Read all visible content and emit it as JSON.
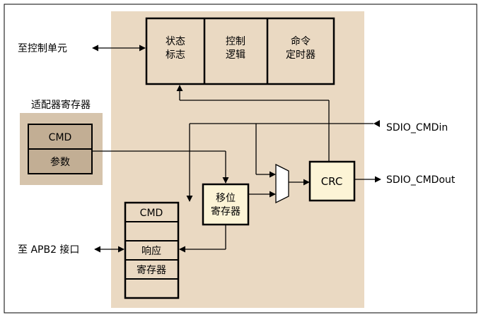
{
  "labels": {
    "to_control_unit": "至控制单元",
    "adapter_registers_title": "适配器寄存器",
    "cmd": "CMD",
    "argument": "参数",
    "status_flags_line1": "状态",
    "status_flags_line2": "标志",
    "control_logic_line1": "控制",
    "control_logic_line2": "逻辑",
    "command_timer_line1": "命令",
    "command_timer_line2": "定时器",
    "shift_register_line1": "移位",
    "shift_register_line2": "寄存器",
    "crc": "CRC",
    "sdio_cmdin": "SDIO_CMDin",
    "sdio_cmdout": "SDIO_CMDout",
    "response_cmd": "CMD",
    "response_line1": "响应",
    "response_line2": "寄存器",
    "to_apb2_interface": "至 APB2 接口"
  },
  "colors": {
    "background_panel": "#EAD9C2",
    "adapter_panel": "#D6C4AC",
    "adapter_cell": "#C2AE94",
    "logic_box": "#EAD9C2",
    "shift_crc_box": "#FCF4D6",
    "response_box": "#EAD9C2"
  }
}
